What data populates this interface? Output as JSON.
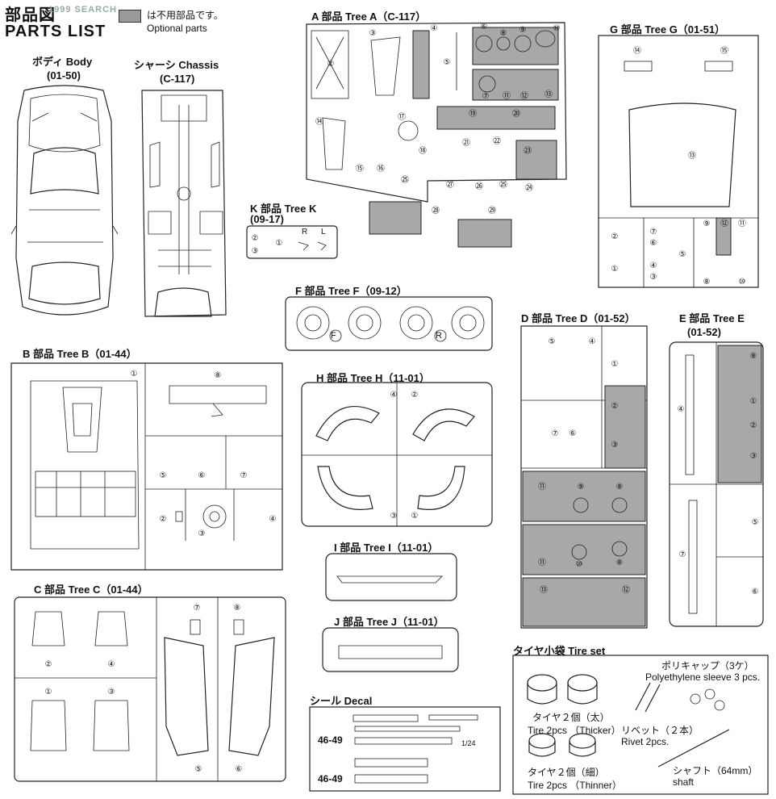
{
  "header": {
    "title_jp": "部品図",
    "title_en": "PARTS LIST",
    "watermark": "1999 SEARCH",
    "legend_jp": "は不用部品です。",
    "legend_en": "Optional parts"
  },
  "trees": {
    "body": {
      "label": "ボディ Body",
      "code": "(01-50)"
    },
    "chassis": {
      "label": "シャーシ Chassis",
      "code": "(C-117)"
    },
    "a": {
      "label": "A 部品 Tree A（C-117）"
    },
    "g": {
      "label": "G 部品 Tree G（01-51）"
    },
    "k": {
      "label": "K 部品 Tree K",
      "code": "(09-17)"
    },
    "f": {
      "label": "F 部品 Tree F（09-12）"
    },
    "b": {
      "label": "B 部品 Tree B（01-44）"
    },
    "h": {
      "label": "H 部品 Tree H（11-01）"
    },
    "d": {
      "label": "D 部品 Tree D（01-52）"
    },
    "e": {
      "label": "E 部品 Tree E",
      "code": "(01-52)"
    },
    "i": {
      "label": "I 部品 Tree I（11-01）"
    },
    "j": {
      "label": "J 部品 Tree J（11-01）"
    },
    "c": {
      "label": "C 部品 Tree C（01-44）"
    }
  },
  "decal": {
    "label": "シール Decal",
    "plate1": "46-49",
    "plate2": "46-49",
    "scale": "1/24"
  },
  "tire_set": {
    "label": "タイヤ小袋 Tire set",
    "poly_jp": "ポリキャップ（3ケ）",
    "poly_en": "Polyethylene sleeve 3 pcs.",
    "thick_jp": "タイヤ２個（太）",
    "thick_en": "Tire 2pcs （Thicker）",
    "rivet_jp": "リベット（２本）",
    "rivet_en": "Rivet 2pcs.",
    "thin_jp": "タイヤ２個（細）",
    "thin_en": "Tire 2pcs （Thinner）",
    "shaft_jp": "シャフト（64mm）",
    "shaft_en": "shaft"
  },
  "wheel_markers": {
    "front": "F",
    "rear": "R"
  },
  "k_markers": {
    "r": "R",
    "l": "L"
  },
  "colors": {
    "optional_fill": "#a8a8a8",
    "line": "#222222"
  }
}
